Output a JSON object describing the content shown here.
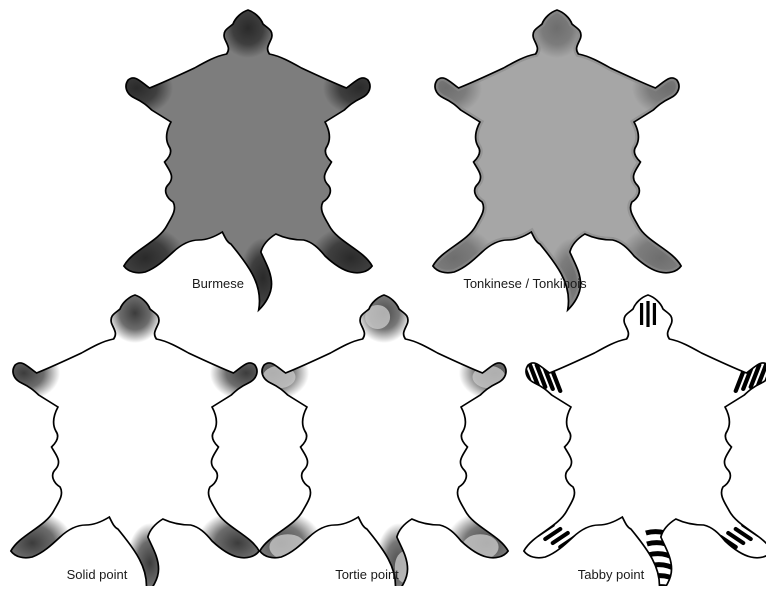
{
  "pelts": [
    {
      "id": "burmese",
      "label": "Burmese",
      "pattern": "solid-dark",
      "body_color": "#7d7d7d",
      "point_color": "#2a2a2a"
    },
    {
      "id": "tonkinese",
      "label": "Tonkinese / Tonkinois",
      "pattern": "mink",
      "body_color": "#a6a6a6",
      "point_color": "#6e6e6e"
    },
    {
      "id": "solid-point",
      "label": "Solid point",
      "pattern": "pointed",
      "body_color": "#ffffff",
      "point_color": "#3c3c3c"
    },
    {
      "id": "tortie-point",
      "label": "Tortie point",
      "pattern": "tortie-pointed",
      "body_color": "#ffffff",
      "point_color": "#4a4a4a"
    },
    {
      "id": "tabby-point",
      "label": "Tabby point",
      "pattern": "tabby-pointed",
      "body_color": "#ffffff",
      "point_color": "#000000"
    }
  ],
  "colors": {
    "outline": "#000000",
    "background": "#ffffff"
  }
}
